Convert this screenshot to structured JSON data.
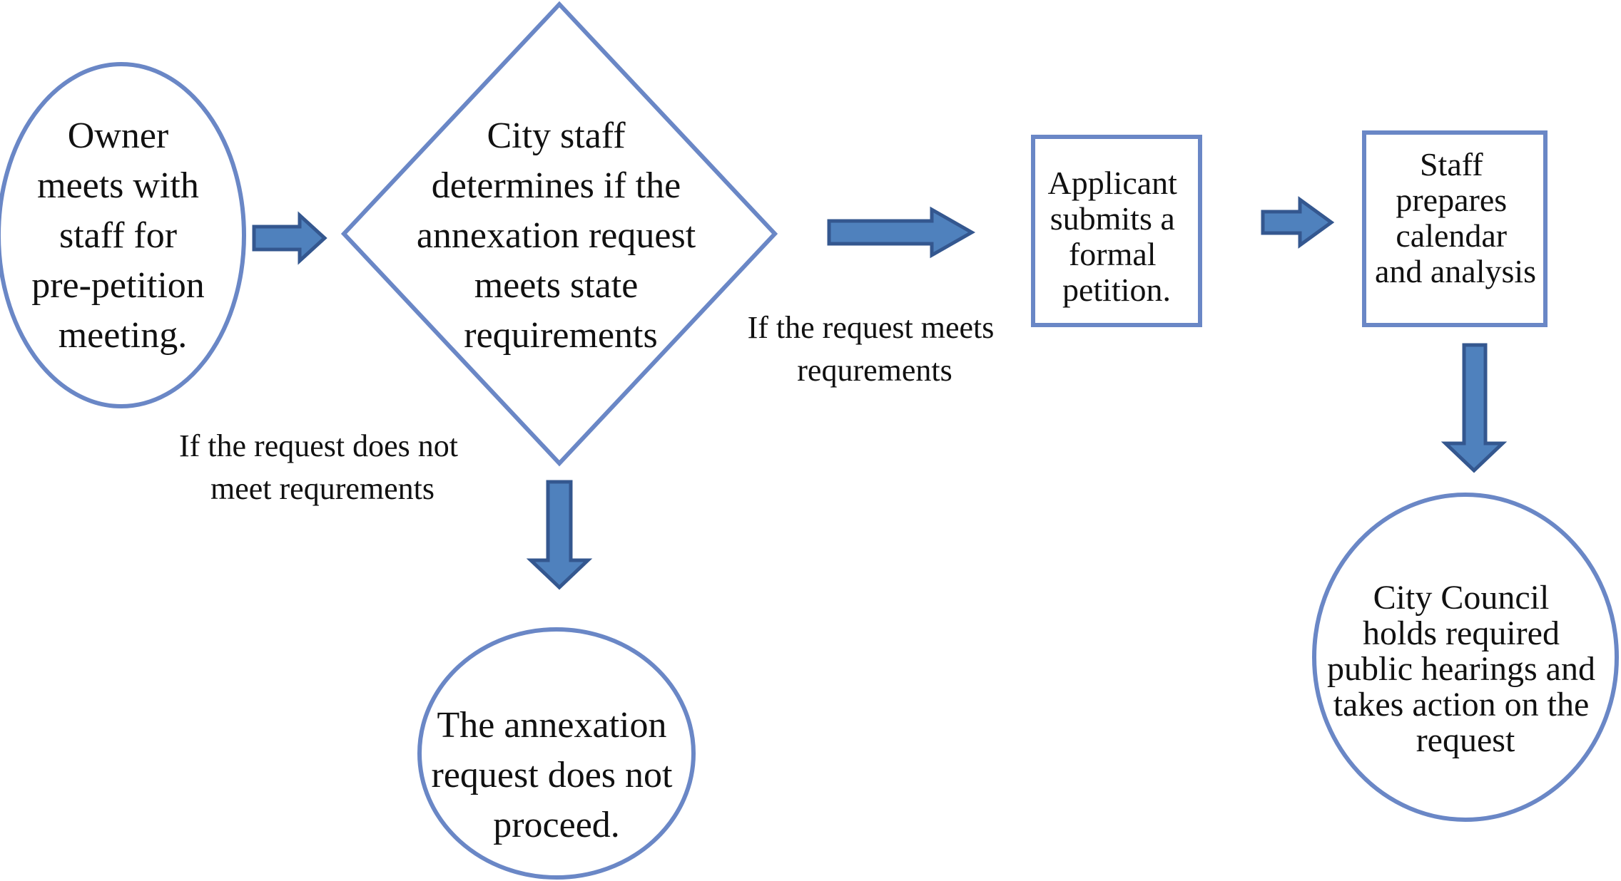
{
  "colors": {
    "node_border": "#6a87c6",
    "arrow_fill": "#4f81bd",
    "arrow_stroke": "#34578f",
    "text": "#111111"
  },
  "nodes": {
    "owner_meeting": [
      "Owner",
      "meets with",
      "staff for",
      "pre-petition",
      "meeting."
    ],
    "staff_determines": [
      "City staff",
      "determines if the",
      "annexation request",
      "meets state",
      "requirements"
    ],
    "does_not_proceed": [
      "The annexation",
      "request does not",
      "proceed."
    ],
    "applicant_submits": [
      "Applicant",
      "submits a",
      "formal",
      "petition."
    ],
    "staff_prepares": [
      "Staff",
      "prepares",
      "calendar",
      "and analysis"
    ],
    "council_hearings": [
      "City Council",
      "holds required",
      "public hearings and",
      "takes action on the",
      "request"
    ]
  },
  "labels": {
    "meets": [
      "If the request meets",
      "requrements"
    ],
    "not_meets": [
      "If the request does not",
      "meet requrements"
    ]
  }
}
